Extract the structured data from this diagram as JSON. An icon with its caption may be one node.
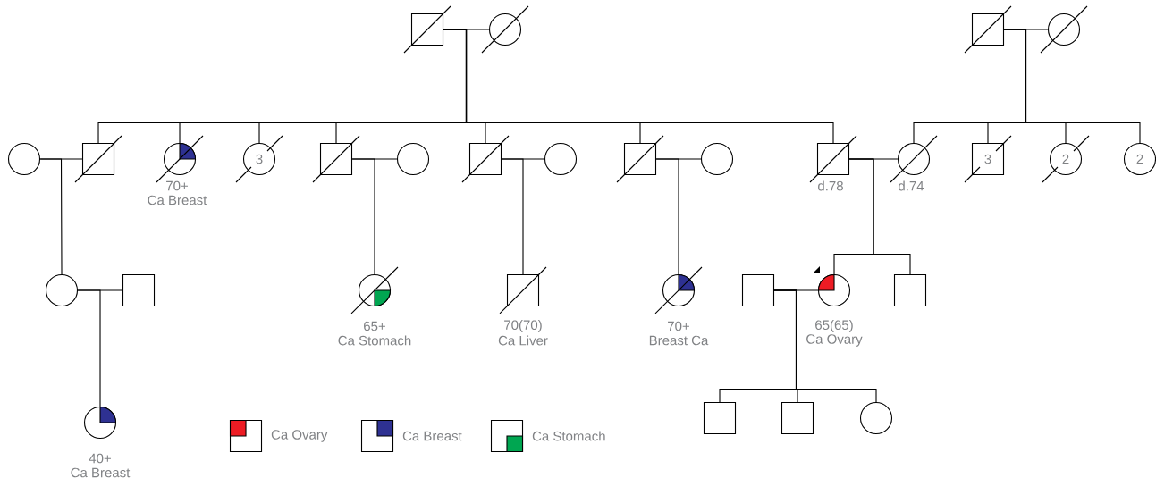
{
  "diagram": {
    "nodes": [
      {
        "text": [],
        "shape": "box"
      },
      {
        "text": [],
        "shape": "circle"
      },
      {
        "text": [],
        "shape": "box"
      },
      {
        "text": [],
        "shape": "circle"
      },
      {
        "text": [],
        "shape": "circle"
      },
      {
        "text": [],
        "shape": "box"
      },
      {
        "text": [],
        "shape": "circle",
        "beside": [
          "70+",
          "Ca Breast"
        ]
      },
      {
        "text": [
          "3"
        ]
      },
      {
        "text": [],
        "shape": "box"
      },
      {
        "text": [],
        "shape": "circle"
      },
      {
        "text": [],
        "shape": "box"
      },
      {
        "text": [],
        "shape": "circle"
      },
      {
        "text": [],
        "shape": "box"
      },
      {
        "text": [],
        "shape": "circle"
      },
      {
        "text": [],
        "shape": "box",
        "beside": [
          "d.78"
        ]
      },
      {
        "text": [],
        "shape": "circle",
        "beside": [
          "d.74"
        ]
      },
      {
        "text": [
          "3"
        ]
      },
      {
        "text": [
          "2"
        ]
      },
      {
        "text": [
          "2"
        ]
      },
      {
        "text": [],
        "shape": "circle"
      },
      {
        "text": [],
        "shape": "box"
      },
      {
        "text": [],
        "shape": "circle",
        "beside": [
          "65+",
          "Ca Stomach"
        ]
      },
      {
        "text": [],
        "shape": "box",
        "beside": [
          "70(70)",
          "Ca Liver"
        ]
      },
      {
        "text": [],
        "shape": "circle",
        "beside": [
          "70+",
          "Breast Ca"
        ]
      },
      {
        "text": [],
        "shape": "box"
      },
      {
        "text": [],
        "shape": "circle",
        "beside": [
          "65(65)",
          "Ca Ovary"
        ]
      },
      {
        "text": [],
        "shape": "box"
      },
      {
        "text": [],
        "shape": "circle",
        "beside": [
          "40+",
          "Ca Breast"
        ]
      },
      {
        "text": [],
        "shape": "box"
      },
      {
        "text": [],
        "shape": "box"
      },
      {
        "text": [],
        "shape": "circle"
      }
    ],
    "edges": [
      {
        "from": 0,
        "to": 1,
        "arrow": "none"
      },
      {
        "from": 2,
        "to": 3,
        "arrow": "none"
      },
      {
        "from": 4,
        "to": 5,
        "arrow": "none"
      },
      {
        "from": 8,
        "to": 9,
        "arrow": "none"
      },
      {
        "from": 10,
        "to": 11,
        "arrow": "none"
      },
      {
        "from": 12,
        "to": 13,
        "arrow": "none"
      },
      {
        "from": 14,
        "to": 15,
        "arrow": "none"
      },
      {
        "from": 19,
        "to": 20,
        "arrow": "none"
      },
      {
        "from": 24,
        "to": 25,
        "arrow": "none"
      },
      {
        "from": 0,
        "to": 5,
        "arrow": "none"
      },
      {
        "from": 0,
        "to": 6,
        "arrow": "none"
      },
      {
        "from": 0,
        "to": 7,
        "arrow": "none"
      },
      {
        "from": 0,
        "to": 8,
        "arrow": "none"
      },
      {
        "from": 0,
        "to": 10,
        "arrow": "none"
      },
      {
        "from": 0,
        "to": 12,
        "arrow": "none"
      },
      {
        "from": 0,
        "to": 14,
        "arrow": "none"
      },
      {
        "from": 2,
        "to": 15,
        "arrow": "none"
      },
      {
        "from": 2,
        "to": 16,
        "arrow": "none"
      },
      {
        "from": 2,
        "to": 17,
        "arrow": "none"
      },
      {
        "from": 2,
        "to": 18,
        "arrow": "none"
      },
      {
        "from": 4,
        "to": 19,
        "arrow": "none"
      },
      {
        "from": 8,
        "to": 21,
        "arrow": "none"
      },
      {
        "from": 10,
        "to": 22,
        "arrow": "none"
      },
      {
        "from": 12,
        "to": 23,
        "arrow": "none"
      },
      {
        "from": 14,
        "to": 25,
        "arrow": "none"
      },
      {
        "from": 14,
        "to": 26,
        "arrow": "none"
      },
      {
        "from": 19,
        "to": 27,
        "arrow": "none"
      },
      {
        "from": 24,
        "to": 28,
        "arrow": "none"
      },
      {
        "from": 24,
        "to": 29,
        "arrow": "none"
      },
      {
        "from": 24,
        "to": 30,
        "arrow": "none"
      }
    ],
    "legend": [
      {
        "text": "Ca Ovary",
        "color": "#ed1c24"
      },
      {
        "text": "Ca Breast",
        "color": "#2e3192"
      },
      {
        "text": "Ca Stomach",
        "color": "#00a651"
      }
    ]
  }
}
